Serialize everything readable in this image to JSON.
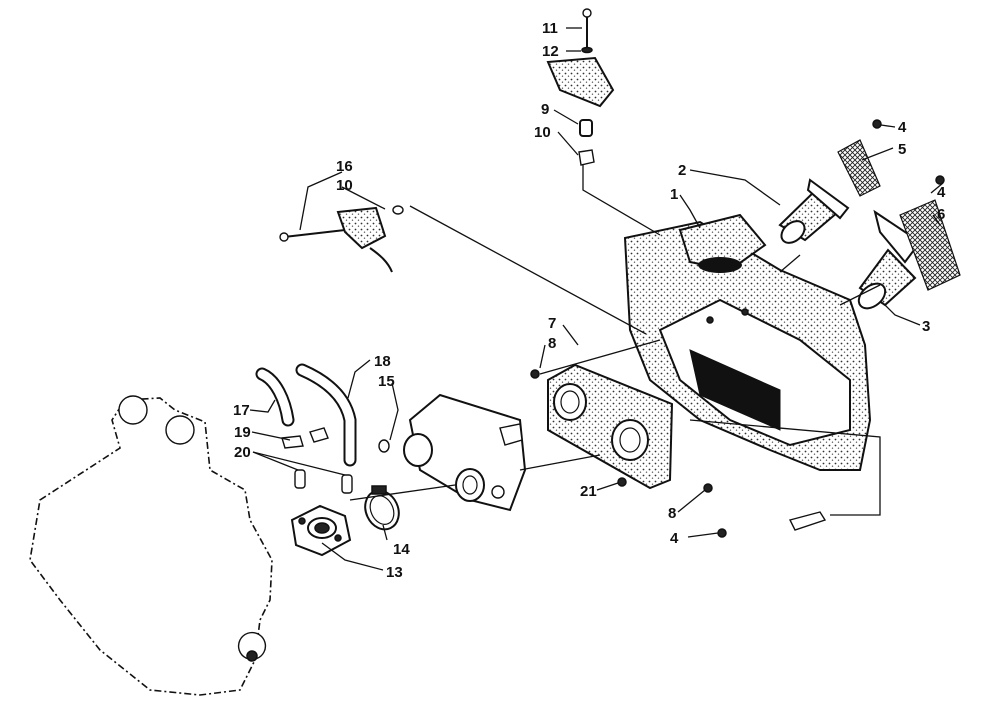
{
  "diagram": {
    "callouts": [
      {
        "id": "c11",
        "text": "11"
      },
      {
        "id": "c12",
        "text": "12"
      },
      {
        "id": "c9",
        "text": "9"
      },
      {
        "id": "c10a",
        "text": "10"
      },
      {
        "id": "c16",
        "text": "16"
      },
      {
        "id": "c10b",
        "text": "10"
      },
      {
        "id": "c2",
        "text": "2"
      },
      {
        "id": "c1",
        "text": "1"
      },
      {
        "id": "c4a",
        "text": "4"
      },
      {
        "id": "c5",
        "text": "5"
      },
      {
        "id": "c4b",
        "text": "4"
      },
      {
        "id": "c6",
        "text": "6"
      },
      {
        "id": "c3",
        "text": "3"
      },
      {
        "id": "c7",
        "text": "7"
      },
      {
        "id": "c8a",
        "text": "8"
      },
      {
        "id": "c18",
        "text": "18"
      },
      {
        "id": "c15",
        "text": "15"
      },
      {
        "id": "c17",
        "text": "17"
      },
      {
        "id": "c19",
        "text": "19"
      },
      {
        "id": "c20",
        "text": "20"
      },
      {
        "id": "c21",
        "text": "21"
      },
      {
        "id": "c8b",
        "text": "8"
      },
      {
        "id": "c4c",
        "text": "4"
      },
      {
        "id": "c14",
        "text": "14"
      },
      {
        "id": "c13",
        "text": "13"
      }
    ]
  }
}
